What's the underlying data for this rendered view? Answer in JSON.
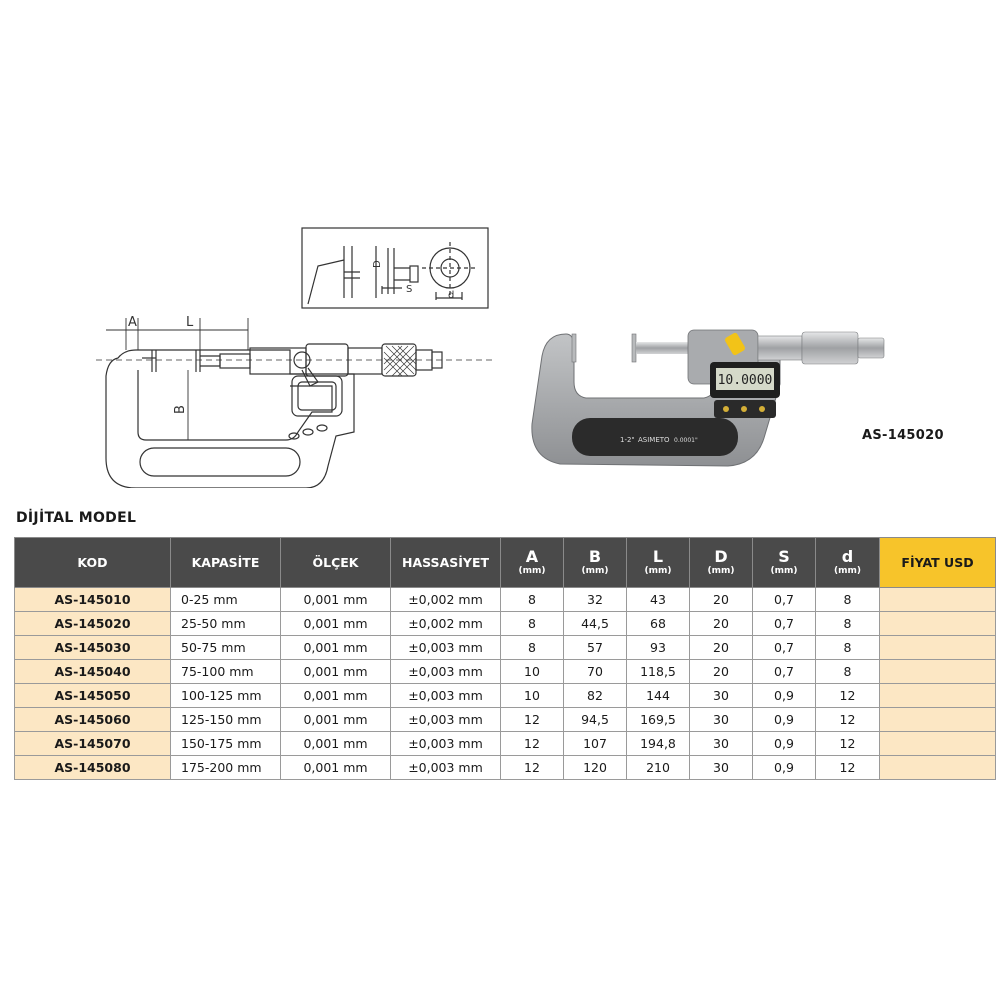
{
  "model_label": "AS-145020",
  "section_title": "DİJİTAL MODEL",
  "drawing": {
    "dim_a": "A",
    "dim_l": "L",
    "dim_b": "B",
    "dim_d": "D",
    "dim_s": "S",
    "dim_small_d": "d"
  },
  "photo": {
    "display_value": "10.0000",
    "frame_text": "1-2\"",
    "brand_text": "ASIMETO",
    "resolution_text": "0.0001\""
  },
  "table": {
    "headers": [
      {
        "label": "KOD",
        "unit": ""
      },
      {
        "label": "KAPASİTE",
        "unit": ""
      },
      {
        "label": "ÖLÇEK",
        "unit": ""
      },
      {
        "label": "HASSASİYET",
        "unit": ""
      },
      {
        "label": "A",
        "unit": "(mm)"
      },
      {
        "label": "B",
        "unit": "(mm)"
      },
      {
        "label": "L",
        "unit": "(mm)"
      },
      {
        "label": "D",
        "unit": "(mm)"
      },
      {
        "label": "S",
        "unit": "(mm)"
      },
      {
        "label": "d",
        "unit": "(mm)"
      },
      {
        "label": "FİYAT USD",
        "unit": ""
      }
    ],
    "rows": [
      [
        "AS-145010",
        "0-25 mm",
        "0,001 mm",
        "±0,002 mm",
        "8",
        "32",
        "43",
        "20",
        "0,7",
        "8",
        ""
      ],
      [
        "AS-145020",
        "25-50 mm",
        "0,001 mm",
        "±0,002 mm",
        "8",
        "44,5",
        "68",
        "20",
        "0,7",
        "8",
        ""
      ],
      [
        "AS-145030",
        "50-75 mm",
        "0,001 mm",
        "±0,003 mm",
        "8",
        "57",
        "93",
        "20",
        "0,7",
        "8",
        ""
      ],
      [
        "AS-145040",
        "75-100 mm",
        "0,001 mm",
        "±0,003 mm",
        "10",
        "70",
        "118,5",
        "20",
        "0,7",
        "8",
        ""
      ],
      [
        "AS-145050",
        "100-125 mm",
        "0,001 mm",
        "±0,003 mm",
        "10",
        "82",
        "144",
        "30",
        "0,9",
        "12",
        ""
      ],
      [
        "AS-145060",
        "125-150 mm",
        "0,001 mm",
        "±0,003 mm",
        "12",
        "94,5",
        "169,5",
        "30",
        "0,9",
        "12",
        ""
      ],
      [
        "AS-145070",
        "150-175 mm",
        "0,001 mm",
        "±0,003 mm",
        "12",
        "107",
        "194,8",
        "30",
        "0,9",
        "12",
        ""
      ],
      [
        "AS-145080",
        "175-200 mm",
        "0,001 mm",
        "±0,003 mm",
        "12",
        "120",
        "210",
        "30",
        "0,9",
        "12",
        ""
      ]
    ]
  },
  "colors": {
    "header_bg": "#4a4a4a",
    "price_header_bg": "#f7c42a",
    "code_cell_bg": "#fce7c4",
    "frame_gray": "#a7a9ab"
  }
}
